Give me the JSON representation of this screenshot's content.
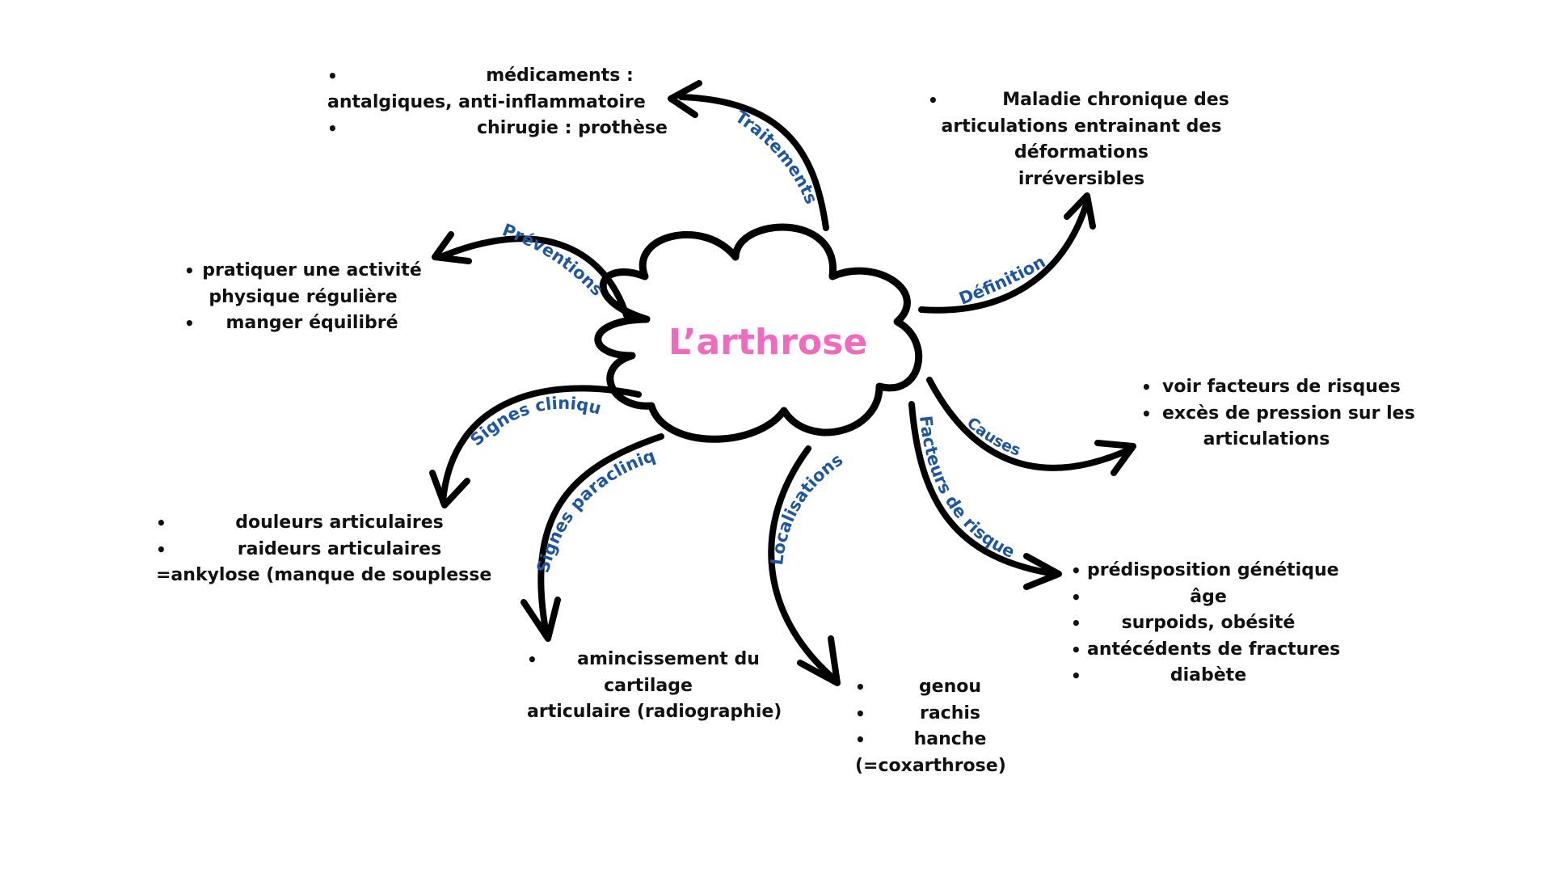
{
  "title": "L’arthrose",
  "colors": {
    "title": "#f06bc0",
    "branch_label": "#1f56a0",
    "text": "#111111",
    "stroke": "#000000"
  },
  "branches": [
    {
      "id": "traitements",
      "label": "Traitements",
      "items": [
        {
          "type": "bullet",
          "text": "médicaments :"
        },
        {
          "type": "cont",
          "text": "antalgiques, anti-inflammatoire"
        },
        {
          "type": "bullet",
          "text": "chirugie : prothèse"
        }
      ]
    },
    {
      "id": "definition",
      "label": "Définition",
      "items": [
        {
          "type": "bullet",
          "text": "Maladie chronique des"
        },
        {
          "type": "cont",
          "text": "articulations entrainant des"
        },
        {
          "type": "cont",
          "text": "déformations"
        },
        {
          "type": "cont",
          "text": "irréversibles"
        }
      ]
    },
    {
      "id": "preventions",
      "label": "Préventions",
      "items": [
        {
          "type": "bullet",
          "text": "pratiquer une activité"
        },
        {
          "type": "cont",
          "text": "physique régulière"
        },
        {
          "type": "bullet",
          "text": "manger équilibré"
        }
      ]
    },
    {
      "id": "causes",
      "label": "Causes",
      "items": [
        {
          "type": "bullet",
          "text": "voir facteurs de risques"
        },
        {
          "type": "bullet",
          "text": "excès de pression sur les"
        },
        {
          "type": "cont",
          "text": "articulations"
        }
      ]
    },
    {
      "id": "signes-cliniques",
      "label": "Signes cliniques",
      "items": [
        {
          "type": "bullet",
          "text": "douleurs articulaires"
        },
        {
          "type": "bullet",
          "text": "raideurs articulaires"
        },
        {
          "type": "plain",
          "text": "=ankylose (manque de souplesse"
        }
      ]
    },
    {
      "id": "signes-paracliniques",
      "label": "Signes paracliniques",
      "items": [
        {
          "type": "bullet",
          "text": "amincissement du"
        },
        {
          "type": "cont",
          "text": "cartilage"
        },
        {
          "type": "cont",
          "text": "articulaire (radiographie)"
        }
      ]
    },
    {
      "id": "localisations",
      "label": "Localisations",
      "items": [
        {
          "type": "bullet",
          "text": "genou"
        },
        {
          "type": "bullet",
          "text": "rachis"
        },
        {
          "type": "bullet",
          "text": "hanche"
        },
        {
          "type": "plain",
          "text": "(=coxarthrose)"
        }
      ]
    },
    {
      "id": "facteurs-de-risques",
      "label": "Facteurs de risques",
      "items": [
        {
          "type": "bullet",
          "text": "prédisposition génétique"
        },
        {
          "type": "bullet",
          "text": "âge"
        },
        {
          "type": "bullet",
          "text": "surpoids, obésité"
        },
        {
          "type": "bullet",
          "text": "antécédents de fractures"
        },
        {
          "type": "bullet",
          "text": "diabète"
        }
      ]
    }
  ]
}
